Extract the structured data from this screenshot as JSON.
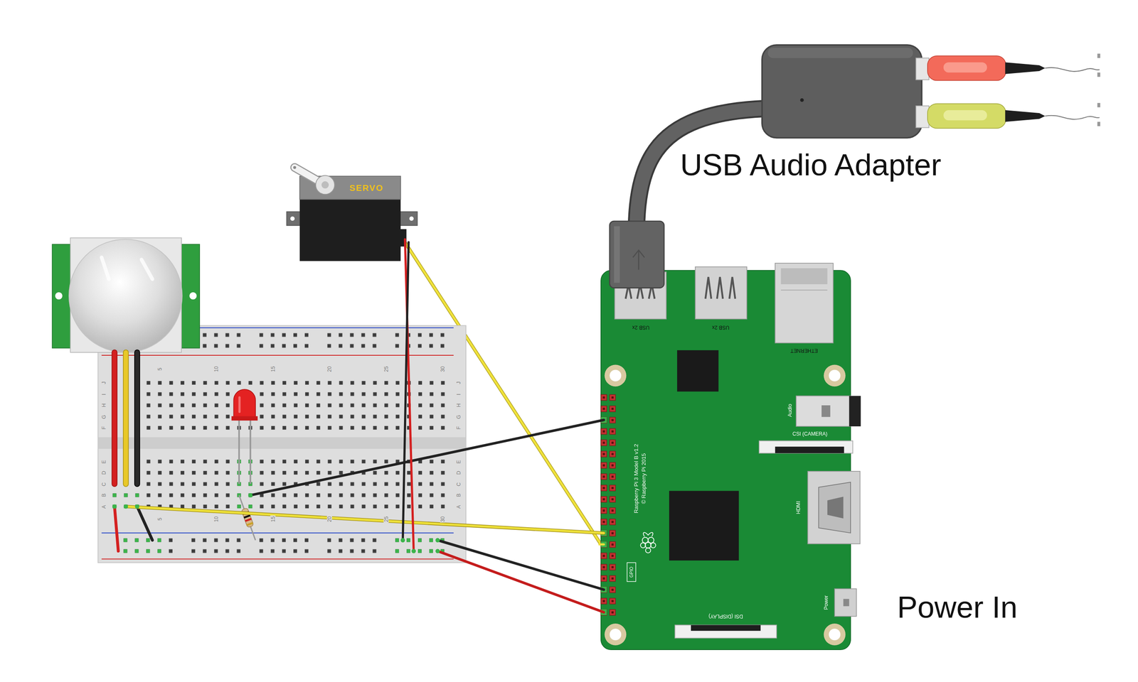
{
  "diagram": {
    "nodes": [
      {
        "text": [
          "USB Audio Adapter"
        ]
      },
      {
        "text": [
          "SERVO"
        ]
      },
      {
        "text": [
          "Raspberry Pi 3 Model B v1.2",
          "© Raspberry Pi 2015"
        ]
      }
    ],
    "edges": [
      {
        "from": 0,
        "to": 2,
        "arrow": "none"
      },
      {
        "from": 1,
        "to": 2,
        "arrow": "none"
      }
    ],
    "labels": [
      "USB 2x",
      "USB 2x",
      "ETHERNET",
      "Audio",
      "CSI (CAMERA)",
      "HDMI",
      "DSI (DISPLAY)",
      "Power",
      "GPIO",
      "Power In",
      "5",
      "10",
      "15",
      "20",
      "25",
      "30",
      "5",
      "10",
      "15",
      "20",
      "25",
      "30",
      "J",
      "I",
      "H",
      "G",
      "F",
      "E",
      "D",
      "C",
      "B",
      "A",
      "J",
      "I",
      "H",
      "G",
      "F",
      "E",
      "D",
      "C",
      "B",
      "A"
    ]
  }
}
